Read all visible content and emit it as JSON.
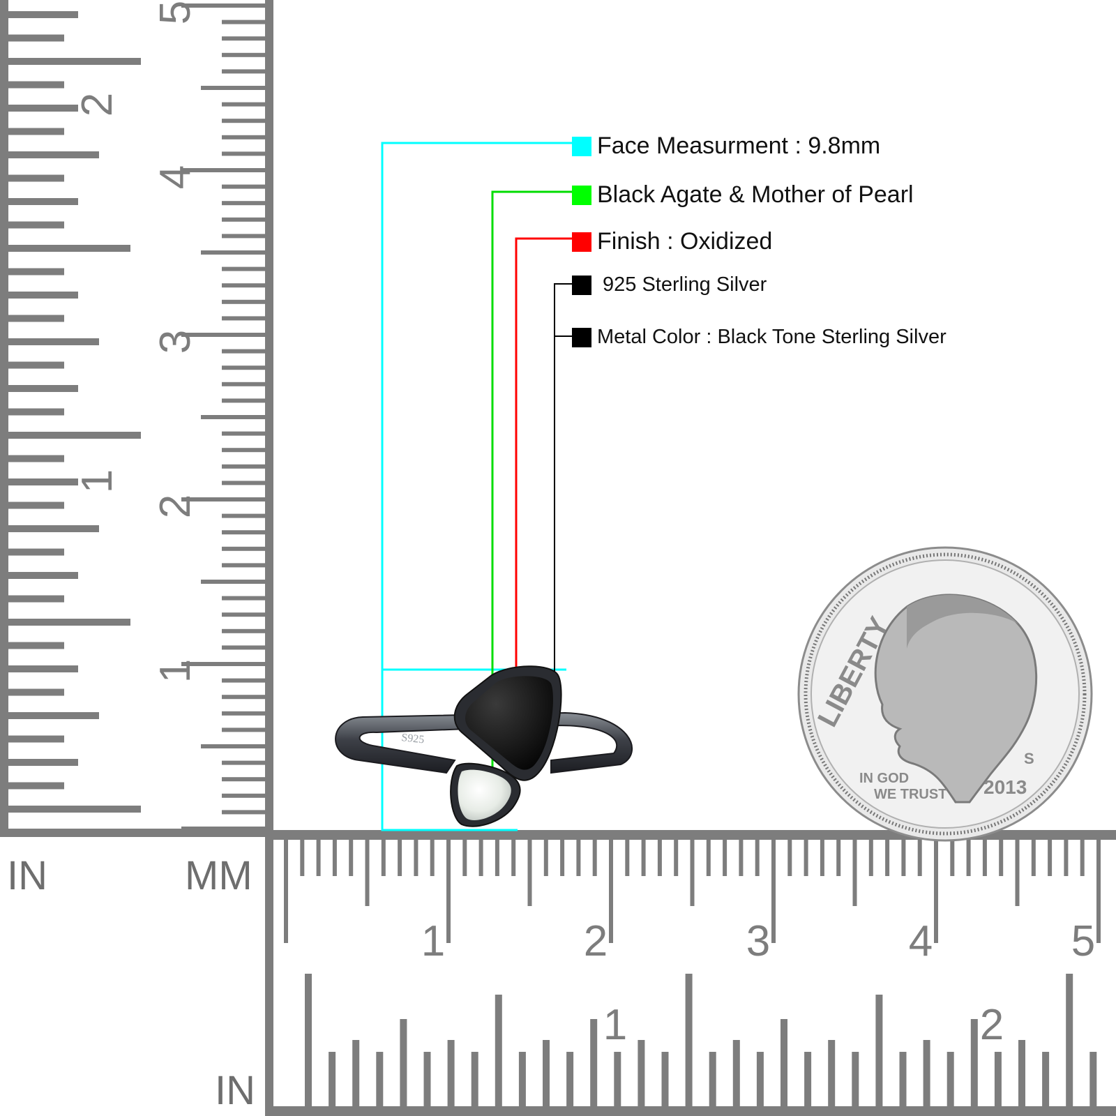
{
  "specs": [
    {
      "key": "face",
      "text": "Face Measurment : 9.8mm",
      "color": "#00ffff"
    },
    {
      "key": "stone",
      "text": "Black Agate & Mother of Pearl",
      "color": "#00ff00"
    },
    {
      "key": "finish",
      "text": "Finish : Oxidized",
      "color": "#ff0000"
    },
    {
      "key": "metal",
      "text": "925 Sterling Silver",
      "color": "#000000"
    },
    {
      "key": "metal_color",
      "text": "Metal Color : Black Tone Sterling Silver",
      "color": "#000000"
    }
  ],
  "rulers": {
    "in_label": "IN",
    "mm_label": "MM",
    "bottom_in_label": "IN",
    "left_mm_numbers": [
      "1",
      "2",
      "3",
      "4",
      "5"
    ],
    "left_in_numbers": [
      "1",
      "2"
    ],
    "bottom_mm_numbers": [
      "1",
      "2",
      "3",
      "4",
      "5"
    ],
    "bottom_in_numbers": [
      "1",
      "2"
    ]
  },
  "ring": {
    "stamp": "S925"
  },
  "coin": {
    "motto_top": "LIBERTY",
    "motto_1": "IN GOD",
    "motto_2": "WE TRUST",
    "year": "2013",
    "mint": "S"
  }
}
